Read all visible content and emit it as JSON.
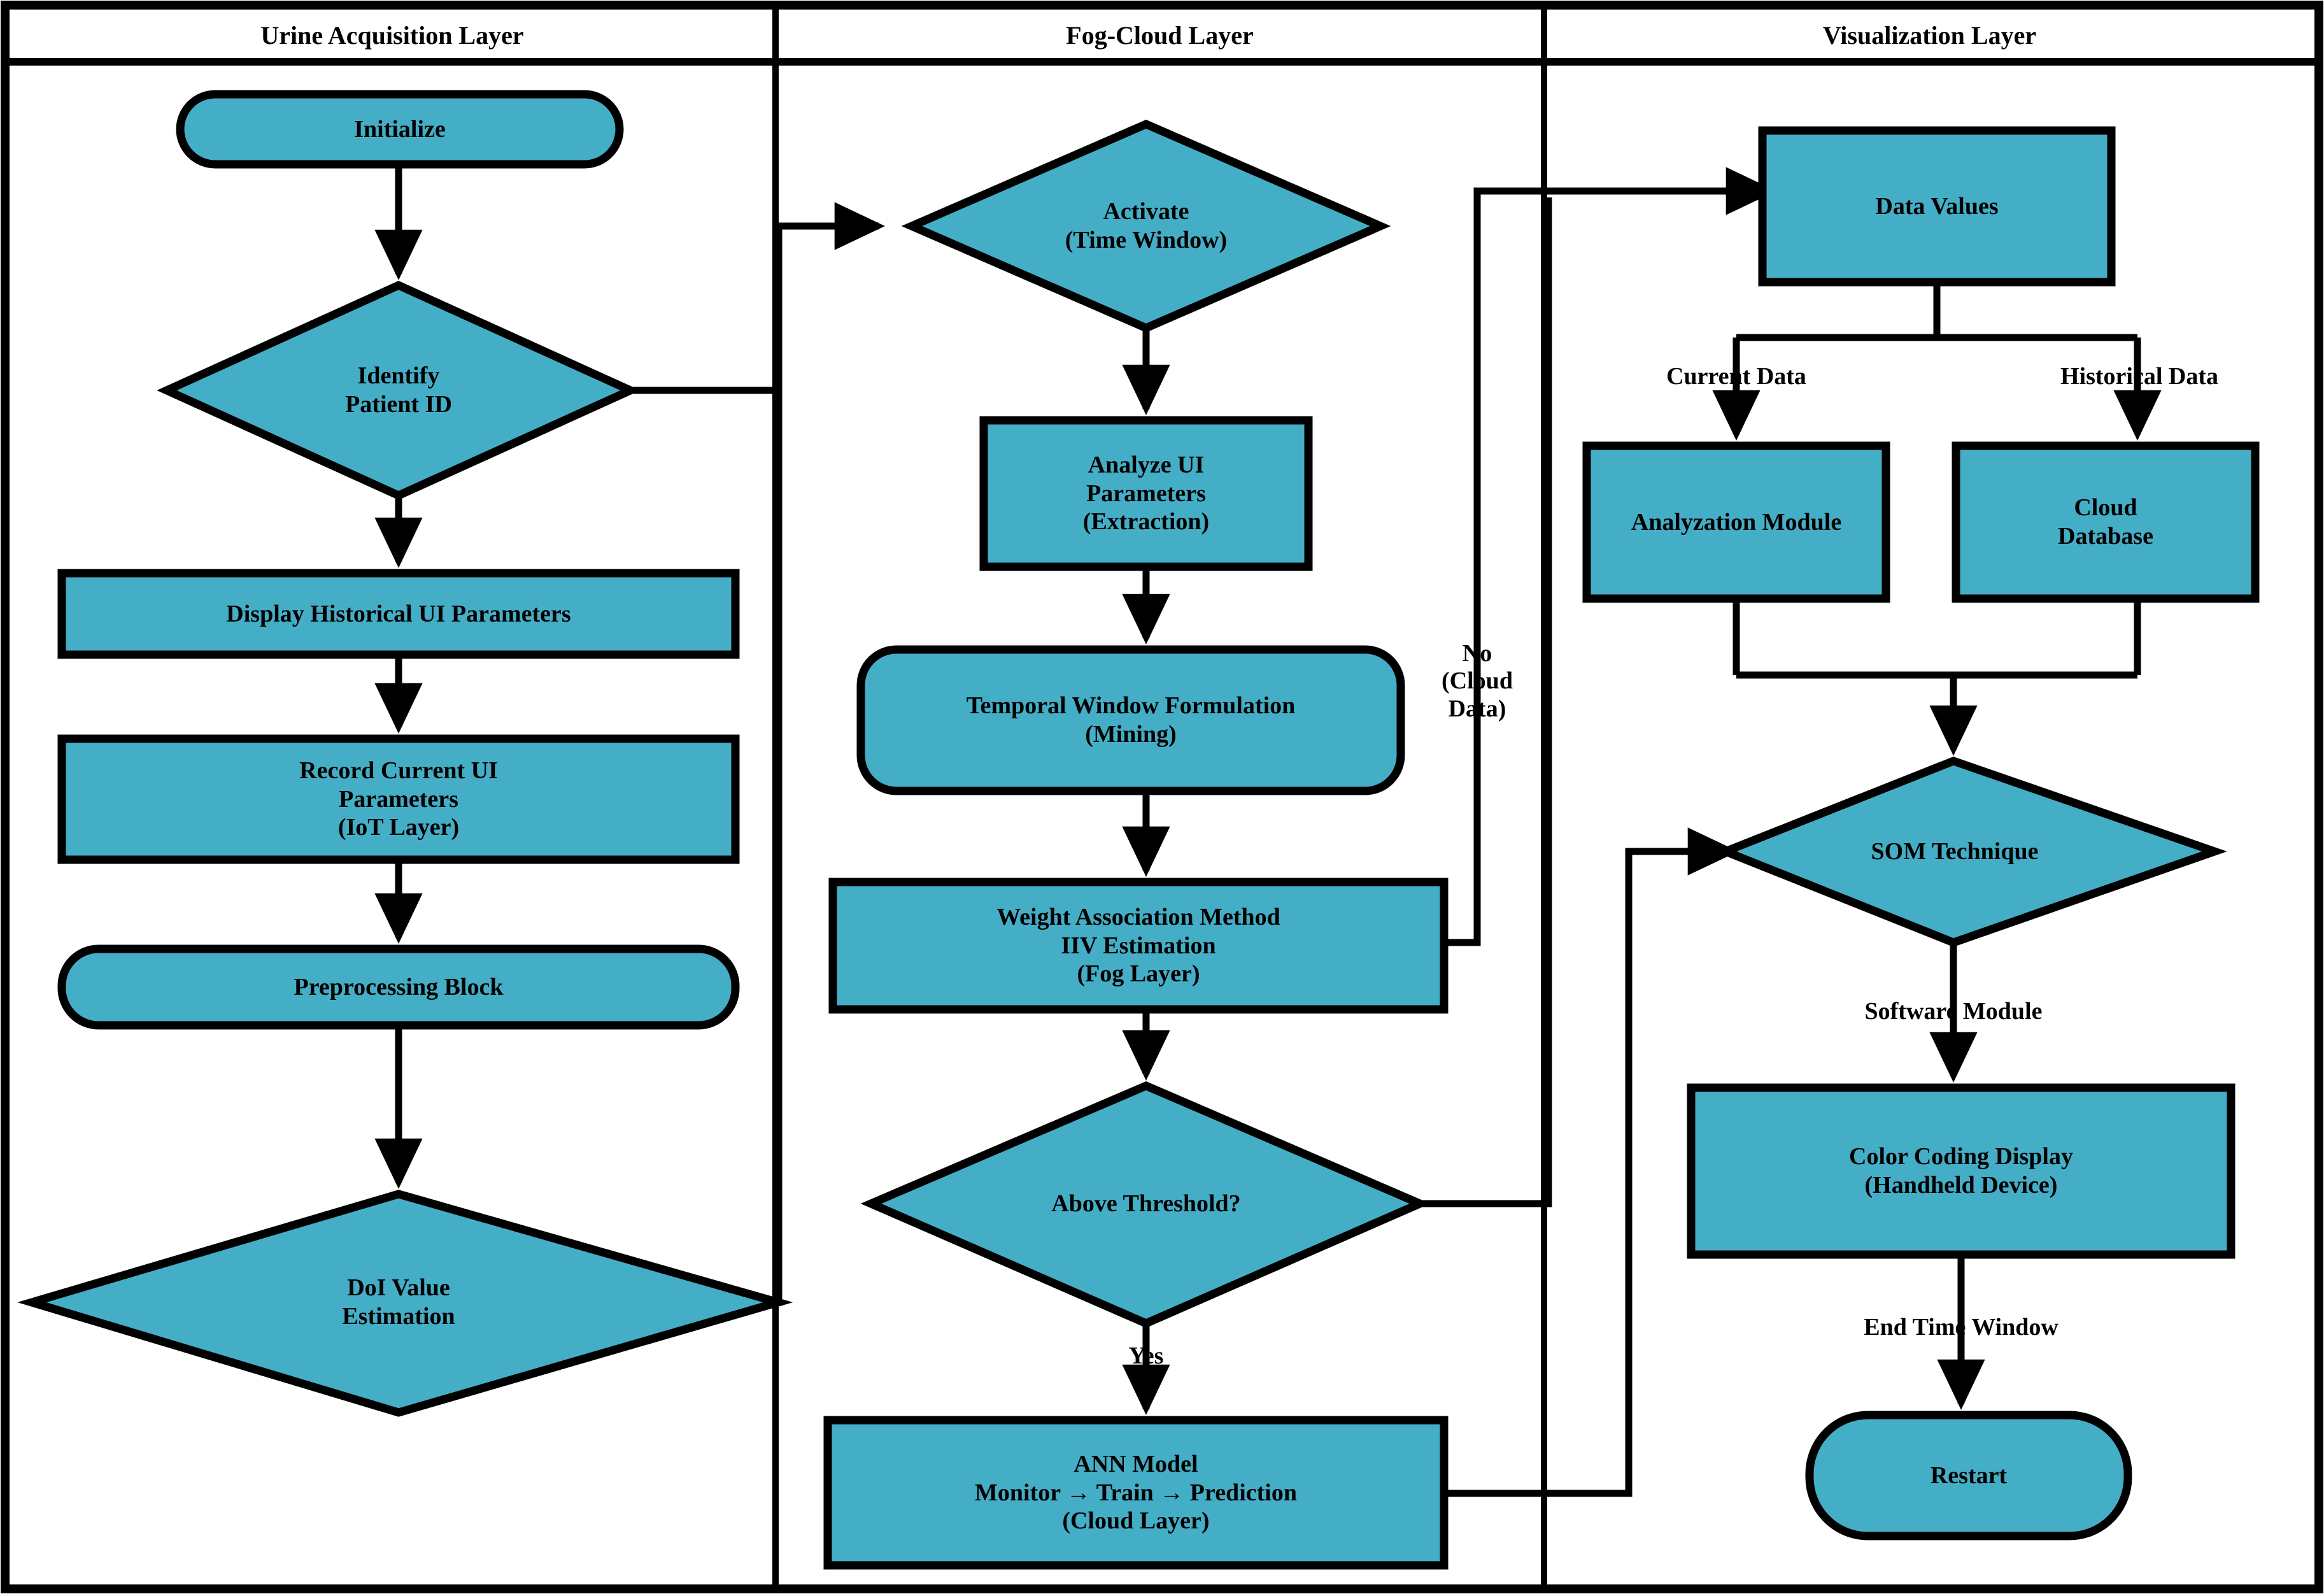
{
  "diagram": {
    "type": "flowchart",
    "title": "Urine Infection Monitoring Fog-Cloud Flowchart",
    "fill_color": "#45AEC7",
    "stroke_color": "#000000",
    "background": "#FFFFFF"
  },
  "lanes": [
    {
      "id": "lane-urine",
      "title": "Urine Acquisition Layer"
    },
    {
      "id": "lane-fog",
      "title": "Fog-Cloud Layer"
    },
    {
      "id": "lane-vis",
      "title": "Visualization Layer"
    }
  ],
  "nodes": {
    "initialize": {
      "label": "Initialize",
      "shape": "stadium",
      "lane": "lane-urine"
    },
    "identify_patient": {
      "label": "Identify\nPatient ID",
      "shape": "diamond",
      "lane": "lane-urine"
    },
    "display_historical": {
      "label": "Display Historical UI Parameters",
      "shape": "rect",
      "lane": "lane-urine"
    },
    "record_current": {
      "label": "Record Current UI\nParameters\n(IoT Layer)",
      "shape": "rect",
      "lane": "lane-urine"
    },
    "preprocessing": {
      "label": "Preprocessing Block",
      "shape": "stadium",
      "lane": "lane-urine"
    },
    "doi_value": {
      "label": "DoI Value\nEstimation",
      "shape": "diamond",
      "lane": "lane-urine"
    },
    "activate": {
      "label": "Activate\n(Time Window)",
      "shape": "diamond",
      "lane": "lane-fog"
    },
    "analyze_ui": {
      "label": "Analyze UI\nParameters\n(Extraction)",
      "shape": "rect",
      "lane": "lane-fog"
    },
    "temporal_window": {
      "label": "Temporal Window Formulation\n(Mining)",
      "shape": "stadium",
      "lane": "lane-fog"
    },
    "weight_assoc": {
      "label": "Weight Association Method\nIIV Estimation\n(Fog Layer)",
      "shape": "rect",
      "lane": "lane-fog"
    },
    "above_threshold": {
      "label": "Above Threshold?",
      "shape": "diamond",
      "lane": "lane-fog"
    },
    "ann_model": {
      "label": "ANN Model\nMonitor → Train → Prediction\n(Cloud Layer)",
      "shape": "rect",
      "lane": "lane-fog"
    },
    "data_values": {
      "label": "Data Values",
      "shape": "rect",
      "lane": "lane-vis"
    },
    "analyzation_module": {
      "label": "Analyzation Module",
      "shape": "rect",
      "lane": "lane-vis"
    },
    "cloud_database": {
      "label": "Cloud\nDatabase",
      "shape": "rect",
      "lane": "lane-vis"
    },
    "som_technique": {
      "label": "SOM Technique",
      "shape": "diamond",
      "lane": "lane-vis"
    },
    "color_coding": {
      "label": "Color Coding Display\n(Handheld Device)",
      "shape": "rect",
      "lane": "lane-vis"
    },
    "restart": {
      "label": "Restart",
      "shape": "stadium",
      "lane": "lane-vis"
    }
  },
  "edge_labels": {
    "no_cloud_data": "No\n(Cloud\nData)",
    "current_data": "Current Data",
    "historical_data": "Historical Data",
    "yes": "Yes",
    "software_module": "Software Module",
    "end_time_window": "End Time Window"
  }
}
